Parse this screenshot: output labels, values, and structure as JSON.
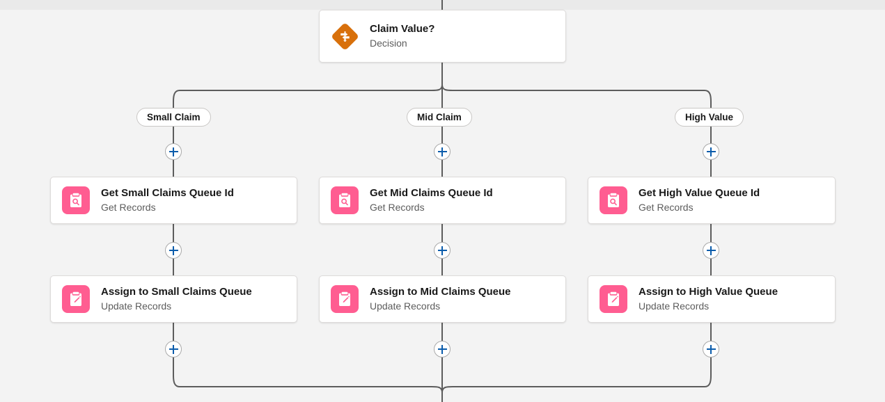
{
  "app": {
    "name": "Salesforce Flow Builder Canvas",
    "canvas_background": "#f3f3f3",
    "connector_color": "#5c5c5c"
  },
  "colors": {
    "decision_orange": "#d8700b",
    "record_pink": "#ff5d91",
    "plus_blue": "#0b5cab",
    "card_border": "#dddbda",
    "title_text": "#181818",
    "subtitle_text": "#5c5c5c"
  },
  "decision": {
    "title": "Claim Value?",
    "subtitle": "Decision",
    "icon": "decision-diamond-icon"
  },
  "branches": [
    {
      "label": "Small Claim",
      "plus_top_label": "+",
      "plus_mid_label": "+",
      "plus_bottom_label": "+",
      "get_node": {
        "title": "Get Small Claims Queue Id",
        "subtitle": "Get Records",
        "icon": "get-records-icon"
      },
      "update_node": {
        "title": "Assign to Small Claims Queue",
        "subtitle": "Update Records",
        "icon": "update-records-icon"
      }
    },
    {
      "label": "Mid Claim",
      "plus_top_label": "+",
      "plus_mid_label": "+",
      "plus_bottom_label": "+",
      "get_node": {
        "title": "Get Mid Claims Queue Id",
        "subtitle": "Get Records",
        "icon": "get-records-icon"
      },
      "update_node": {
        "title": "Assign to Mid Claims Queue",
        "subtitle": "Update Records",
        "icon": "update-records-icon"
      }
    },
    {
      "label": "High Value",
      "plus_top_label": "+",
      "plus_mid_label": "+",
      "plus_bottom_label": "+",
      "get_node": {
        "title": "Get High Value Queue Id",
        "subtitle": "Get Records",
        "icon": "get-records-icon"
      },
      "update_node": {
        "title": "Assign to High Value Queue",
        "subtitle": "Update Records",
        "icon": "update-records-icon"
      }
    }
  ]
}
